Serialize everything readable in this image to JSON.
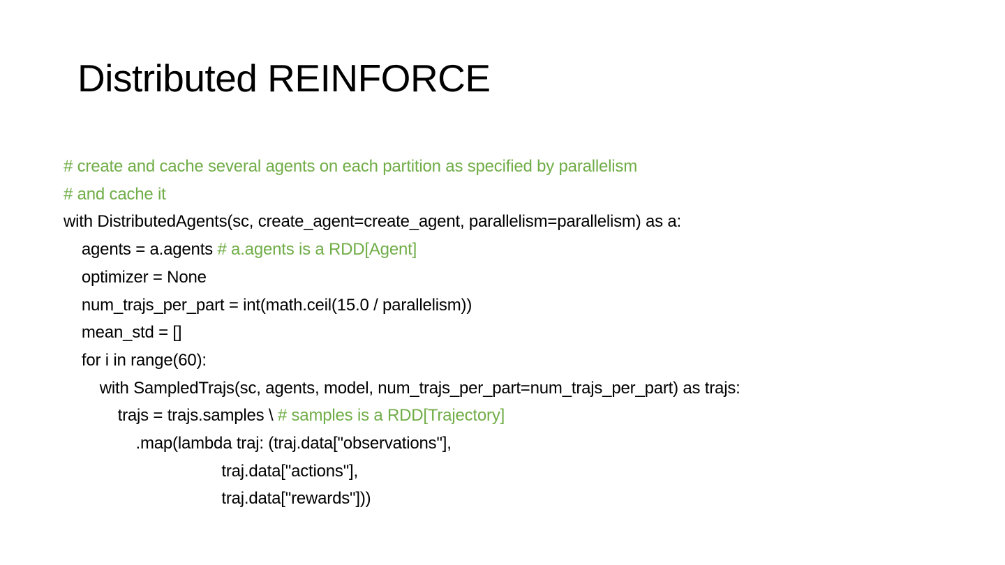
{
  "slide": {
    "title": "Distributed REINFORCE"
  },
  "colors": {
    "background": "#ffffff",
    "title_text": "#000000",
    "code_text": "#000000",
    "comment_green": "#70ad47"
  },
  "code": {
    "language": "python",
    "lines": [
      {
        "segments": [
          {
            "kind": "comment",
            "text": "# create and cache several agents on each partition as specified by parallelism"
          }
        ]
      },
      {
        "segments": [
          {
            "kind": "comment",
            "text": "# and cache it"
          }
        ]
      },
      {
        "segments": [
          {
            "kind": "code",
            "text": "with DistributedAgents(sc, create_agent=create_agent, parallelism=parallelism) as a:"
          }
        ]
      },
      {
        "segments": [
          {
            "kind": "code",
            "text": "    agents = a.agents "
          },
          {
            "kind": "comment",
            "text": "# a.agents is a RDD[Agent]"
          }
        ]
      },
      {
        "segments": [
          {
            "kind": "code",
            "text": "    optimizer = None"
          }
        ]
      },
      {
        "segments": [
          {
            "kind": "code",
            "text": "    num_trajs_per_part = int(math.ceil(15.0 / parallelism))"
          }
        ]
      },
      {
        "segments": [
          {
            "kind": "code",
            "text": "    mean_std = []"
          }
        ]
      },
      {
        "segments": [
          {
            "kind": "code",
            "text": "    for i in range(60):"
          }
        ]
      },
      {
        "segments": [
          {
            "kind": "code",
            "text": "        with SampledTrajs(sc, agents, model, num_trajs_per_part=num_trajs_per_part) as trajs:"
          }
        ]
      },
      {
        "segments": [
          {
            "kind": "code",
            "text": "            trajs = trajs.samples \\ "
          },
          {
            "kind": "comment",
            "text": "# samples is a RDD[Trajectory]"
          }
        ]
      },
      {
        "segments": [
          {
            "kind": "code",
            "text": "                .map(lambda traj: (traj.data[\"observations\"],"
          }
        ]
      },
      {
        "segments": [
          {
            "kind": "code",
            "text": "                                   traj.data[\"actions\"],"
          }
        ]
      },
      {
        "segments": [
          {
            "kind": "code",
            "text": "                                   traj.data[\"rewards\"]))"
          }
        ]
      }
    ]
  }
}
